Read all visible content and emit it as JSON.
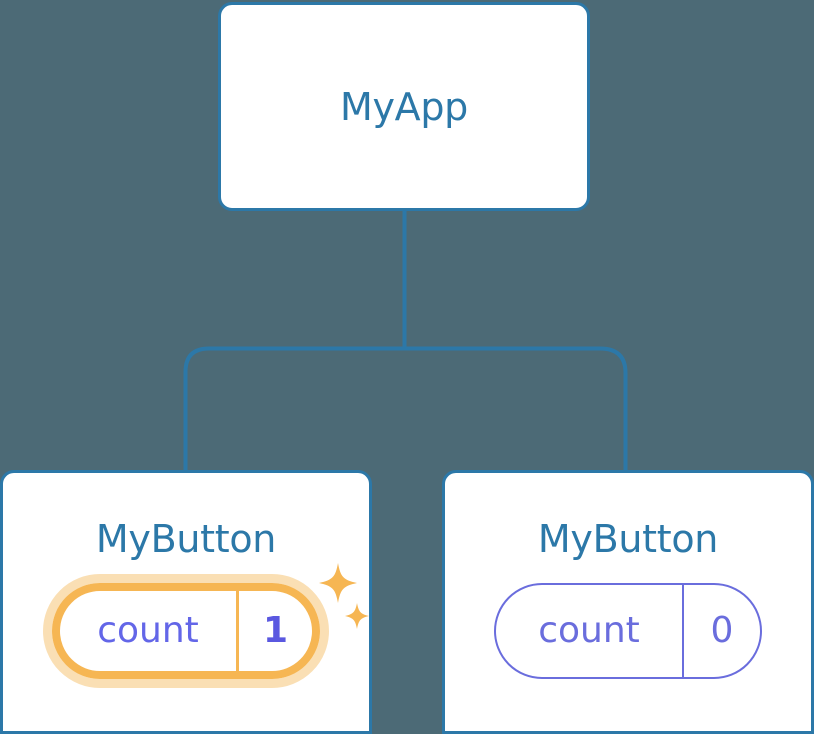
{
  "diagram": {
    "type": "component-tree",
    "background_color": "#4c6a76",
    "node_border_color": "#2c78a8",
    "node_fill_color": "#ffffff",
    "title_color": "#2c78a8",
    "connector_color": "#2c78a8",
    "state_color": "#6a6ddd",
    "highlight_color": "#f6b653",
    "highlight_glow_color": "#fadfb4"
  },
  "root_node": {
    "title": "MyApp"
  },
  "children": [
    {
      "title": "MyButton",
      "state": {
        "key": "count",
        "value": "1"
      },
      "highlighted": true,
      "sparkle_icons": [
        "sparkle-large-icon",
        "sparkle-small-icon"
      ]
    },
    {
      "title": "MyButton",
      "state": {
        "key": "count",
        "value": "0"
      },
      "highlighted": false
    }
  ]
}
